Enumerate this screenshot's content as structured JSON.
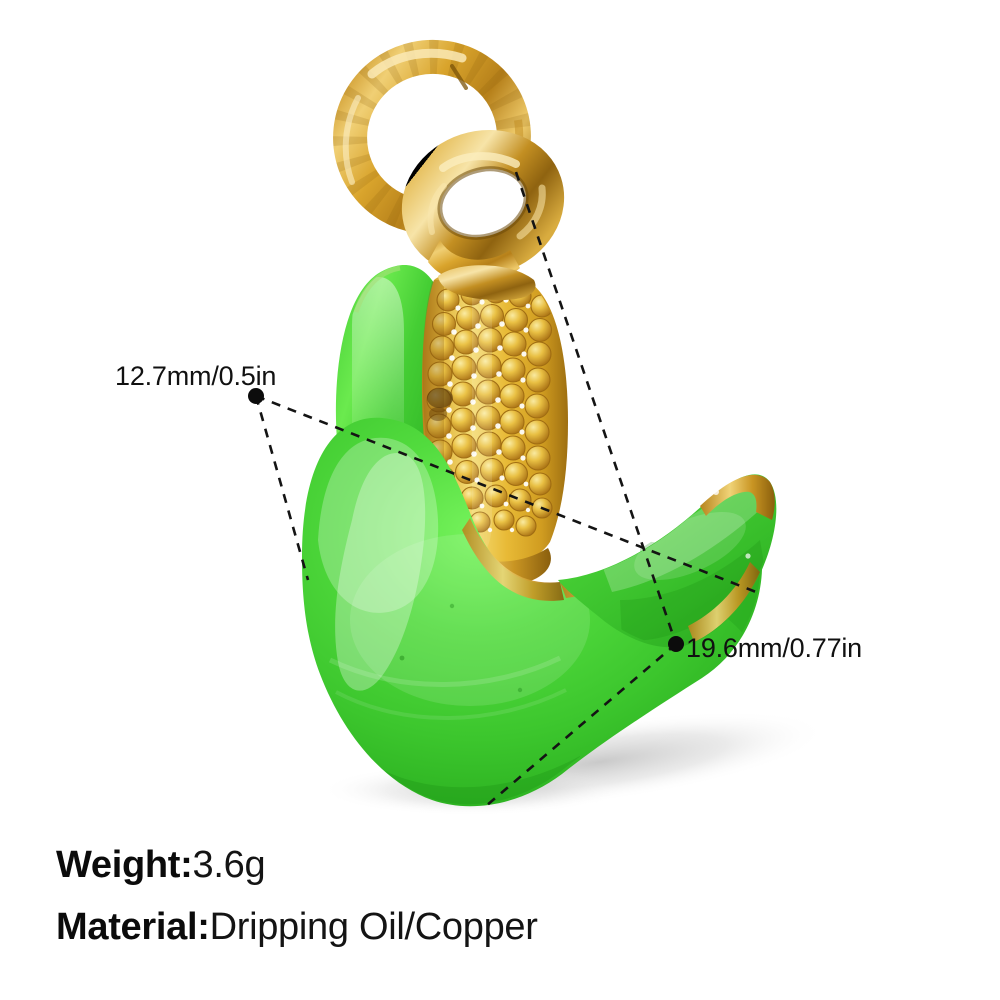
{
  "product": {
    "name": "enamel-corn-cob-charm",
    "description": "Gold plated copper corn on the cob charm with green husk and yellow kernels, two jump rings at top",
    "background_color": "#ffffff"
  },
  "dimensions": {
    "width_label": "12.7mm/0.5in",
    "height_label": "19.6mm/0.77in"
  },
  "specs": [
    {
      "key": "Weight:",
      "value": "3.6g"
    },
    {
      "key": "Material:",
      "value": "Dripping Oil/Copper"
    }
  ],
  "colors": {
    "husk_green_light": "#7FEE55",
    "husk_green": "#44CC33",
    "husk_green_mid": "#38C02B",
    "husk_green_dark": "#1E9A17",
    "kernel_yellow_light": "#F3D75E",
    "kernel_yellow": "#E6B12C",
    "kernel_yellow_dark": "#B8821A",
    "gold_light": "#F6DD9A",
    "gold": "#D9A42C",
    "gold_dark": "#9C6E14",
    "gold_deep": "#6E4A0A",
    "shadow": "#c9c9c9",
    "dash_line": "#1a1a1a",
    "text": "#0b0b0b"
  },
  "chart_data": {
    "type": "scatter",
    "title": "",
    "annotations": [
      {
        "label": "12.7mm/0.5in",
        "role": "width-dimension"
      },
      {
        "label": "19.6mm/0.77in",
        "role": "height-dimension"
      }
    ]
  }
}
